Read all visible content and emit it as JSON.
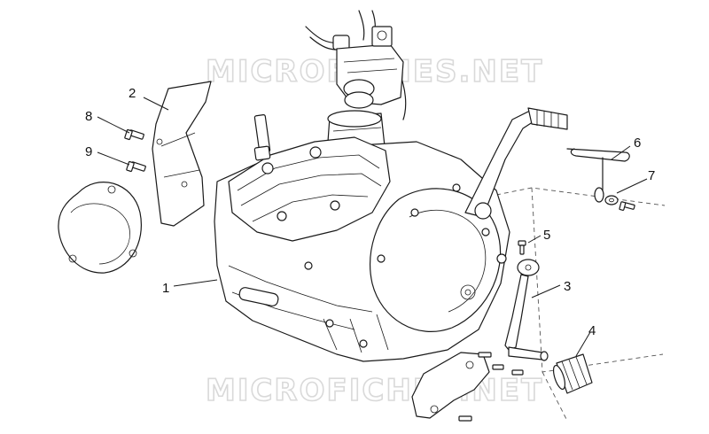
{
  "watermark": {
    "top": "MICROFICHES.NET",
    "bottom": "MICROFICHES.NET"
  },
  "part_labels": [
    "1",
    "2",
    "3",
    "4",
    "5",
    "6",
    "7",
    "8",
    "9"
  ],
  "colors": {
    "line": "#1a1a1a",
    "watermark": "#d9d9d9",
    "background": "#ffffff"
  }
}
